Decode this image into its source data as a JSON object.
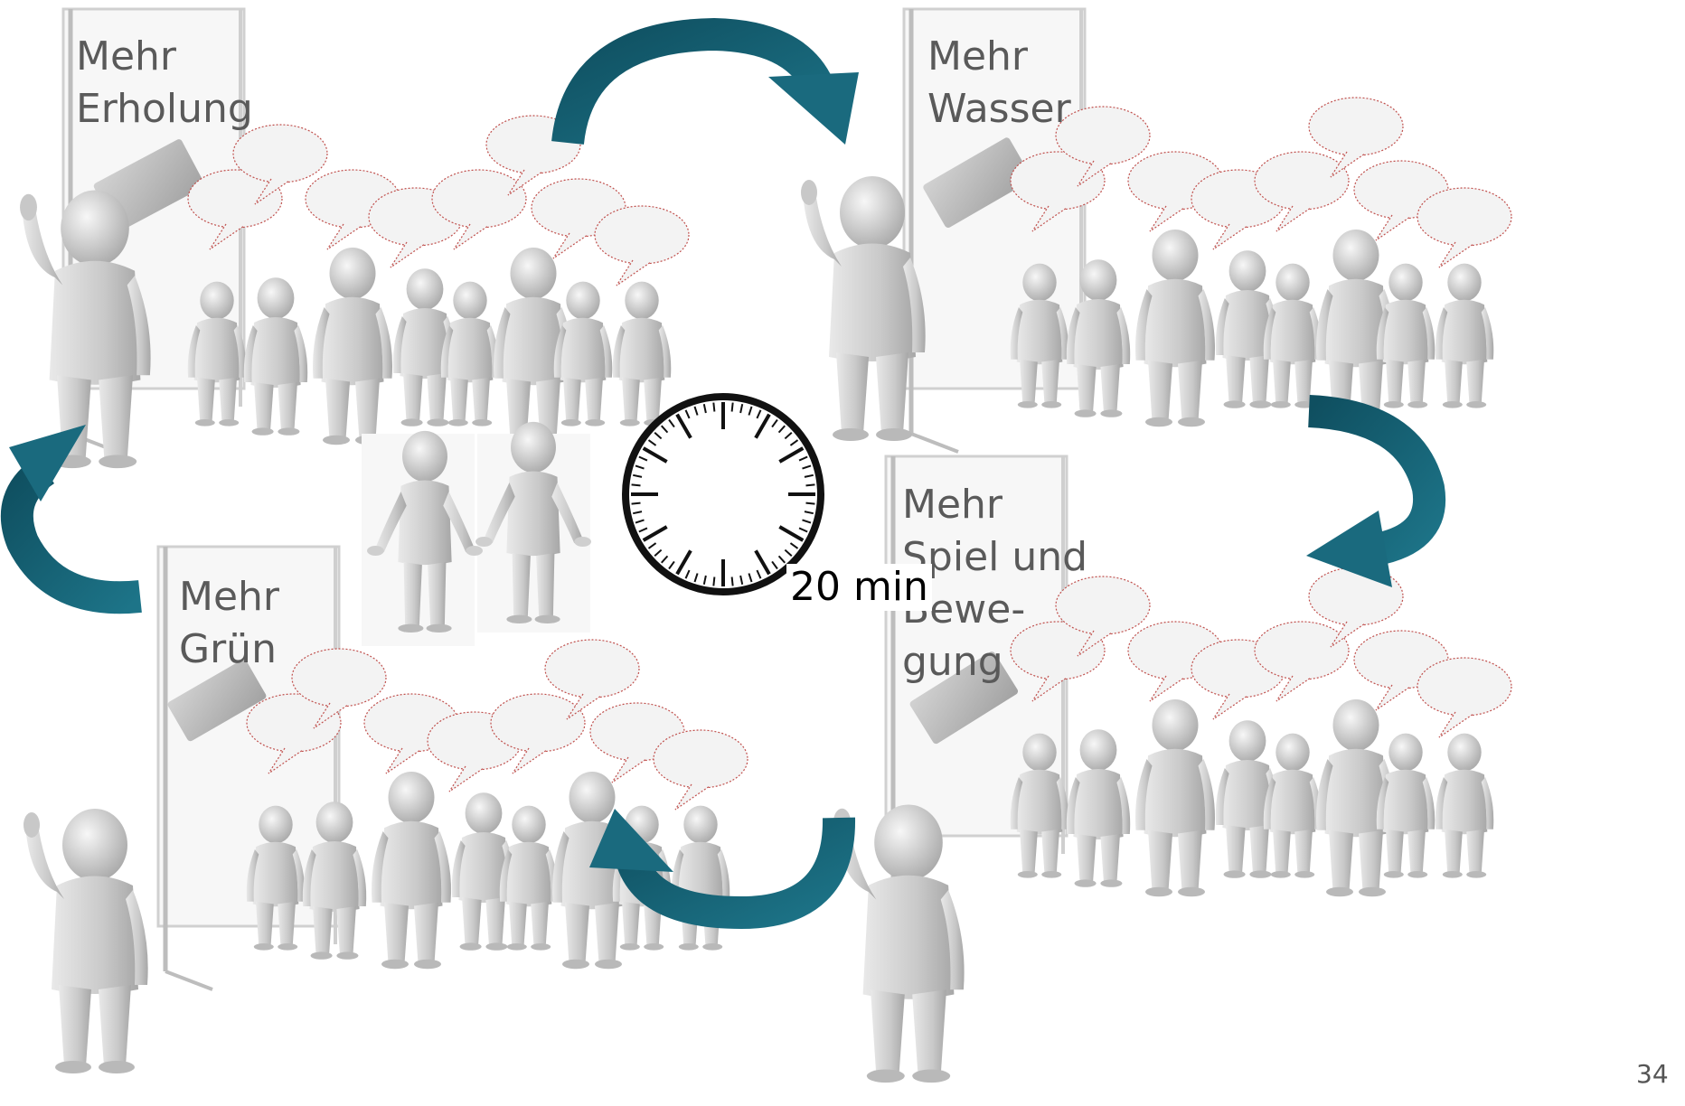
{
  "stations": [
    {
      "line1": "Mehr",
      "line2": "Erholung"
    },
    {
      "line1": "Mehr",
      "line2": "Wasser"
    },
    {
      "line1": "Mehr",
      "line2": "Spiel und",
      "line3": "Bewe-",
      "line4": "gung"
    },
    {
      "line1": "Mehr",
      "line2": "Grün"
    }
  ],
  "timer": {
    "label": "20 min",
    "icon": "stopwatch-icon"
  },
  "page_number": "34",
  "colors": {
    "arrow": "#1a6a7e",
    "arrow_dark": "#0f4f60",
    "figure": "#d4d4d4",
    "bubble_outline": "#c0504d"
  }
}
